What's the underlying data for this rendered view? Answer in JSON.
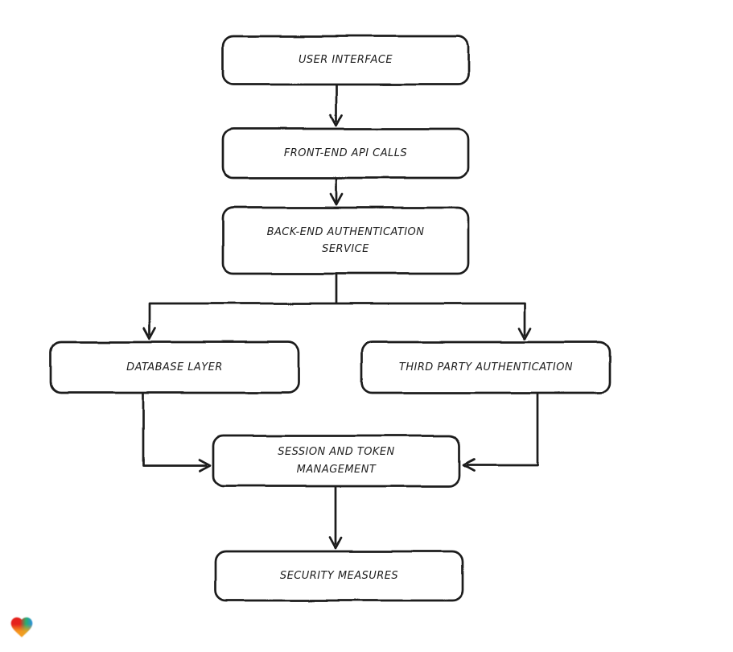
{
  "page": {
    "background_color": "#ffffff"
  },
  "diagram": {
    "type": "flowchart",
    "direction": "top-down",
    "style": "hand-drawn",
    "stroke_color": "#1e1e1e",
    "node_fill_color": "#ffffff",
    "nodes": [
      {
        "id": "user-interface",
        "label": "USER INTERFACE"
      },
      {
        "id": "front-end-api-calls",
        "label": "FRONT-END API CALLS"
      },
      {
        "id": "back-end-authentication-service",
        "label": "BACK-END AUTHENTICATION\nSERVICE"
      },
      {
        "id": "database-layer",
        "label": "DATABASE LAYER"
      },
      {
        "id": "third-party-authentication",
        "label": "THIRD PARTY AUTHENTICATION"
      },
      {
        "id": "session-and-token-management",
        "label": "SESSION AND TOKEN\nMANAGEMENT"
      },
      {
        "id": "security-measures",
        "label": "SECURITY MEASURES"
      }
    ],
    "edges": [
      {
        "from": "user-interface",
        "to": "front-end-api-calls"
      },
      {
        "from": "front-end-api-calls",
        "to": "back-end-authentication-service"
      },
      {
        "from": "back-end-authentication-service",
        "to": "database-layer"
      },
      {
        "from": "back-end-authentication-service",
        "to": "third-party-authentication"
      },
      {
        "from": "database-layer",
        "to": "session-and-token-management"
      },
      {
        "from": "third-party-authentication",
        "to": "session-and-token-management"
      },
      {
        "from": "session-and-token-management",
        "to": "security-measures"
      }
    ]
  },
  "branding": {
    "logo": "gradient-heart",
    "logo_colors": {
      "red": "#e5231f",
      "green": "#27b06e",
      "blue": "#2b8ce0",
      "orange": "#f6a11f"
    }
  }
}
